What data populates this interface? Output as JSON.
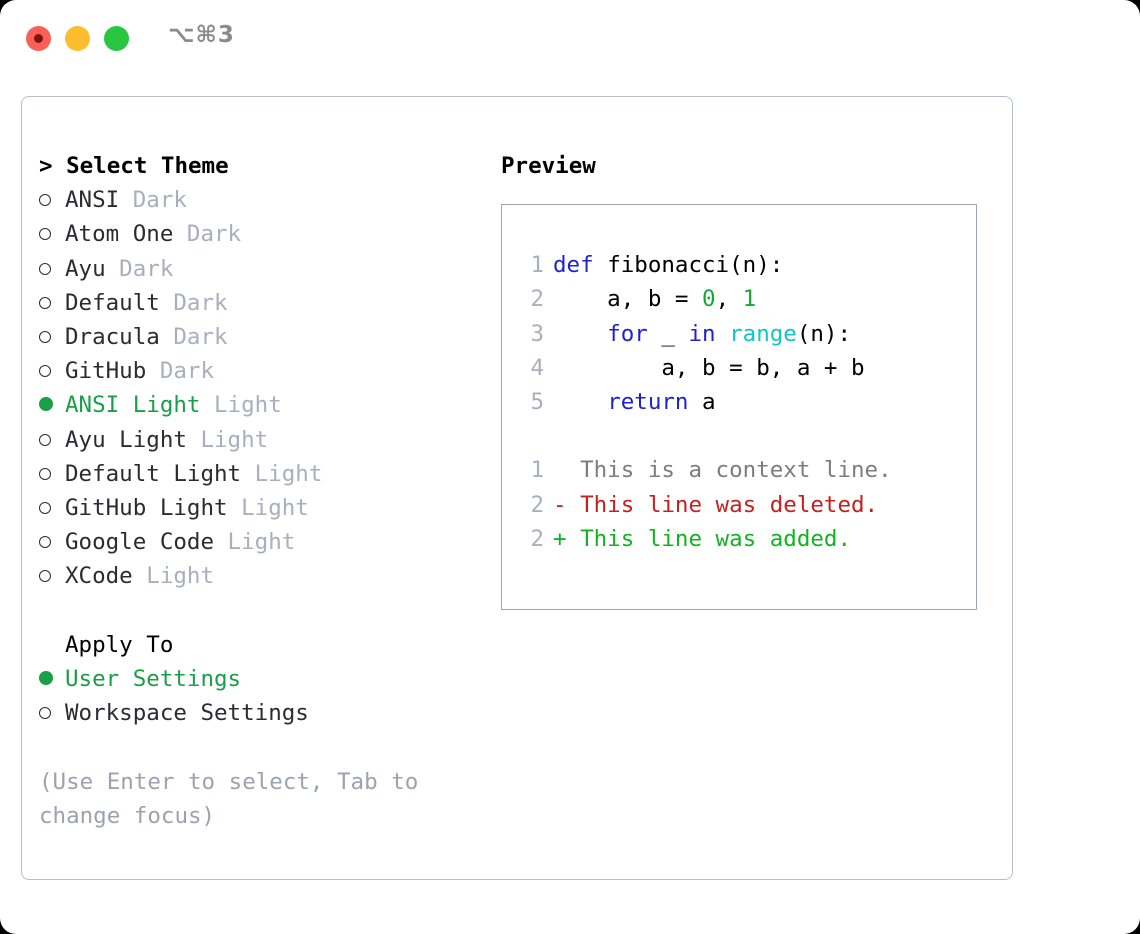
{
  "window": {
    "shortcut_label": "⌥⌘3",
    "traffic_lights": [
      {
        "name": "close",
        "color": "#fb6058"
      },
      {
        "name": "minimize",
        "color": "#fcbd2e"
      },
      {
        "name": "maximize",
        "color": "#29c73f"
      }
    ]
  },
  "colors": {
    "accent_green": "#1a9e47",
    "muted_gray": "#a8b0bd",
    "hint_gray": "#9ba3b0",
    "keyword_blue": "#2222cc",
    "function_cyan": "#11c5c5",
    "number_green": "#11aa33",
    "diff_delete_red": "#c52020",
    "diff_add_green": "#11b321",
    "panel_border": "#b8bfcb",
    "code_border": "#9aa5b8"
  },
  "theme_list": {
    "header": "> Select Theme",
    "items": [
      {
        "marker": "off",
        "name": "ANSI",
        "tag": "Dark",
        "selected": false
      },
      {
        "marker": "off",
        "name": "Atom One",
        "tag": "Dark",
        "selected": false
      },
      {
        "marker": "off",
        "name": "Ayu",
        "tag": "Dark",
        "selected": false
      },
      {
        "marker": "off",
        "name": "Default",
        "tag": "Dark",
        "selected": false
      },
      {
        "marker": "off",
        "name": "Dracula",
        "tag": "Dark",
        "selected": false
      },
      {
        "marker": "off",
        "name": "GitHub",
        "tag": "Dark",
        "selected": false
      },
      {
        "marker": "on",
        "name": "ANSI Light",
        "tag": "Light",
        "selected": true
      },
      {
        "marker": "off",
        "name": "Ayu Light",
        "tag": "Light",
        "selected": false
      },
      {
        "marker": "off",
        "name": "Default Light",
        "tag": "Light",
        "selected": false
      },
      {
        "marker": "off",
        "name": "GitHub Light",
        "tag": "Light",
        "selected": false
      },
      {
        "marker": "off",
        "name": "Google Code",
        "tag": "Light",
        "selected": false
      },
      {
        "marker": "off",
        "name": "XCode",
        "tag": "Light",
        "selected": false
      }
    ]
  },
  "apply_to": {
    "header": "Apply To",
    "items": [
      {
        "marker": "on",
        "name": "User Settings",
        "selected": true
      },
      {
        "marker": "off",
        "name": "Workspace Settings",
        "selected": false
      }
    ]
  },
  "hint": "(Use Enter to select, Tab to change focus)",
  "preview": {
    "title": "Preview",
    "code_lines": [
      {
        "num": "1",
        "tokens": [
          {
            "t": "def ",
            "c": "kw"
          },
          {
            "t": "fibonacci(n):",
            "c": "txt"
          }
        ]
      },
      {
        "num": "2",
        "tokens": [
          {
            "t": "    a, b = ",
            "c": "txt"
          },
          {
            "t": "0",
            "c": "num"
          },
          {
            "t": ", ",
            "c": "txt"
          },
          {
            "t": "1",
            "c": "num"
          }
        ]
      },
      {
        "num": "3",
        "tokens": [
          {
            "t": "    ",
            "c": "txt"
          },
          {
            "t": "for",
            "c": "kw"
          },
          {
            "t": " _ ",
            "c": "txt"
          },
          {
            "t": "in",
            "c": "kw"
          },
          {
            "t": " ",
            "c": "txt"
          },
          {
            "t": "range",
            "c": "fn"
          },
          {
            "t": "(n):",
            "c": "txt"
          }
        ]
      },
      {
        "num": "4",
        "tokens": [
          {
            "t": "        a, b = b, a + b",
            "c": "txt"
          }
        ]
      },
      {
        "num": "5",
        "tokens": [
          {
            "t": "    ",
            "c": "txt"
          },
          {
            "t": "return",
            "c": "kw"
          },
          {
            "t": " a",
            "c": "txt"
          }
        ]
      }
    ],
    "diff_lines": [
      {
        "num": "1",
        "text": "  This is a context line.",
        "kind": "ctx"
      },
      {
        "num": "2",
        "text": "- This line was deleted.",
        "kind": "del"
      },
      {
        "num": "2",
        "text": "+ This line was added.",
        "kind": "add"
      }
    ]
  }
}
